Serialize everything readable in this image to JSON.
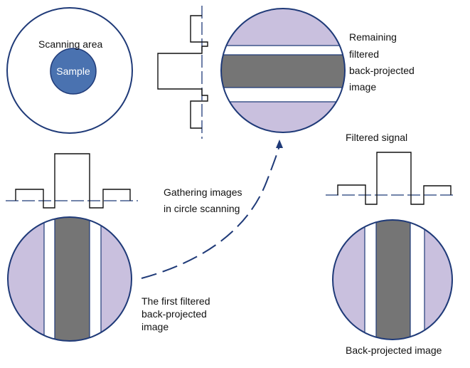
{
  "labels": {
    "scanning_area": "Scanning area",
    "sample": "Sample",
    "remaining_filtered": [
      "Remaining",
      "filtered",
      "back-projected",
      "image"
    ],
    "filtered_signal": "Filtered signal",
    "gathering": [
      "Gathering images",
      "in circle scanning"
    ],
    "first_filtered": [
      "The first filtered",
      "back-projected",
      "image"
    ],
    "back_projected": "Back-projected image"
  },
  "caption": "",
  "colors": {
    "outline": "#1f3a78",
    "sample_fill": "#4a72b0",
    "lavender": "#c9c0de",
    "gray": "#757575",
    "signal": "#111111",
    "dashed_axis": "#1f3a78",
    "arrow": "#1f3a78"
  }
}
